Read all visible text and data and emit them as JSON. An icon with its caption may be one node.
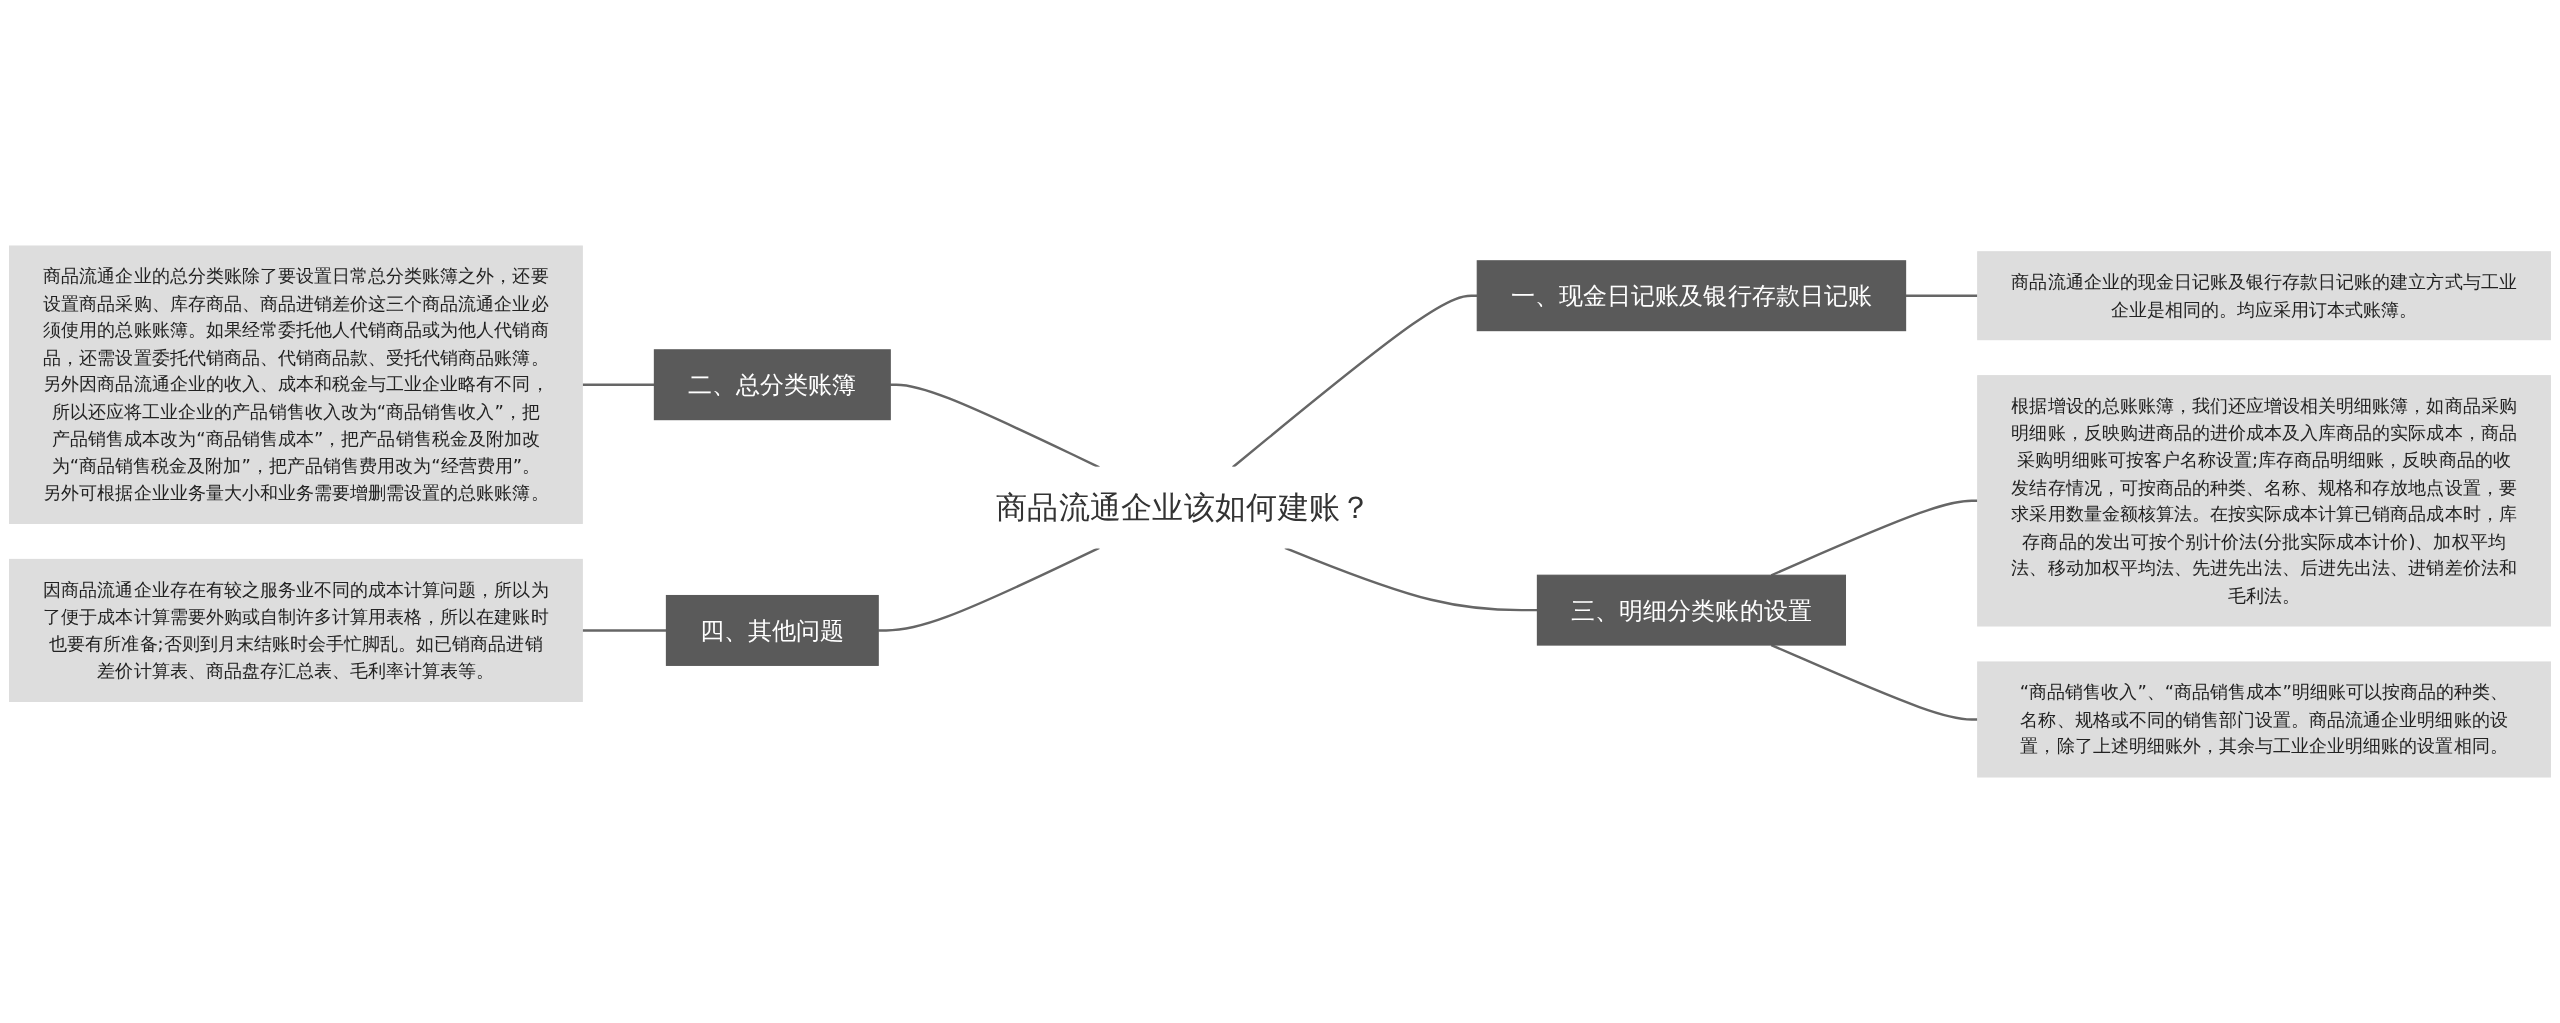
{
  "diagram": {
    "nodes": [
      {
        "text": [
          "商品流通企业该如何建账？"
        ]
      },
      {
        "text": [
          "二、总分类账簿"
        ]
      },
      {
        "text": [
          "商品流通企业的总分类账除了要设置日常总分类账簿之外，还要设置商品采购、库存商品、商品进销差价这三个商品流通企业必须使用的总账账簿。如果经常委托他人代销商品或为他人代销商品，还需设置委托代销商品、代销商品款、受托代销商品账簿。另外因商品流通企业的收入、成本和税金与工业企业略有不同，所以还应将工业企业的产品销售收入改为“商品销售收入”，把产品销售成本改为“商品销售成本”，把产品销售税金及附加改为“商品销售税金及附加”，把产品销售费用改为“经营费用”。另外可根据企业业务量大小和业务需要增删需设置的总账账簿。"
        ]
      },
      {
        "text": [
          "四、其他问题"
        ]
      },
      {
        "text": [
          "因商品流通企业存在有较之服务业不同的成本计算问题，所以为了便于成本计算需要外购或自制许多计算用表格，所以在建账时也要有所准备;否则到月末结账时会手忙脚乱。如已销商品进销差价计算表、商品盘存汇总表、毛利率计算表等。"
        ]
      },
      {
        "text": [
          "一、现金日记账及银行存款日记账"
        ]
      },
      {
        "text": [
          "商品流通企业的现金日记账及银行存款日记账的建立方式与工业企业是相同的。均应采用订本式账簿。"
        ]
      },
      {
        "text": [
          "三、明细分类账的设置"
        ]
      },
      {
        "text": [
          "根据增设的总账账簿，我们还应增设相关明细账簿，如商品采购明细账，反映购进商品的进价成本及入库商品的实际成本，商品采购明细账可按客户名称设置;库存商品明细账，反映商品的收发结存情况，可按商品的种类、名称、规格和存放地点设置，要求采用数量金额核算法。在按实际成本计算已销商品成本时，库存商品的发出可按个别计价法(分批实际成本计价)、加权平均法、移动加权平均法、先进先出法、后进先出法、进销差价法和毛利法。"
        ]
      },
      {
        "text": [
          "“商品销售收入”、“商品销售成本”明细账可以按商品的种类、名称、规格或不同的销售部门设置。商品流通企业明细账的设置，除了上述明细账外，其余与工业企业明细账的设置相同。"
        ]
      }
    ],
    "edges": [
      {
        "from": 1,
        "to": 0,
        "arrow": "none"
      },
      {
        "from": 2,
        "to": 1,
        "arrow": "none"
      },
      {
        "from": 3,
        "to": 0,
        "arrow": "none"
      },
      {
        "from": 4,
        "to": 3,
        "arrow": "none"
      },
      {
        "from": 0,
        "to": 5,
        "arrow": "none"
      },
      {
        "from": 5,
        "to": 6,
        "arrow": "none"
      },
      {
        "from": 0,
        "to": 7,
        "arrow": "none"
      },
      {
        "from": 7,
        "to": 8,
        "arrow": "none"
      },
      {
        "from": 7,
        "to": 9,
        "arrow": "none"
      }
    ]
  }
}
